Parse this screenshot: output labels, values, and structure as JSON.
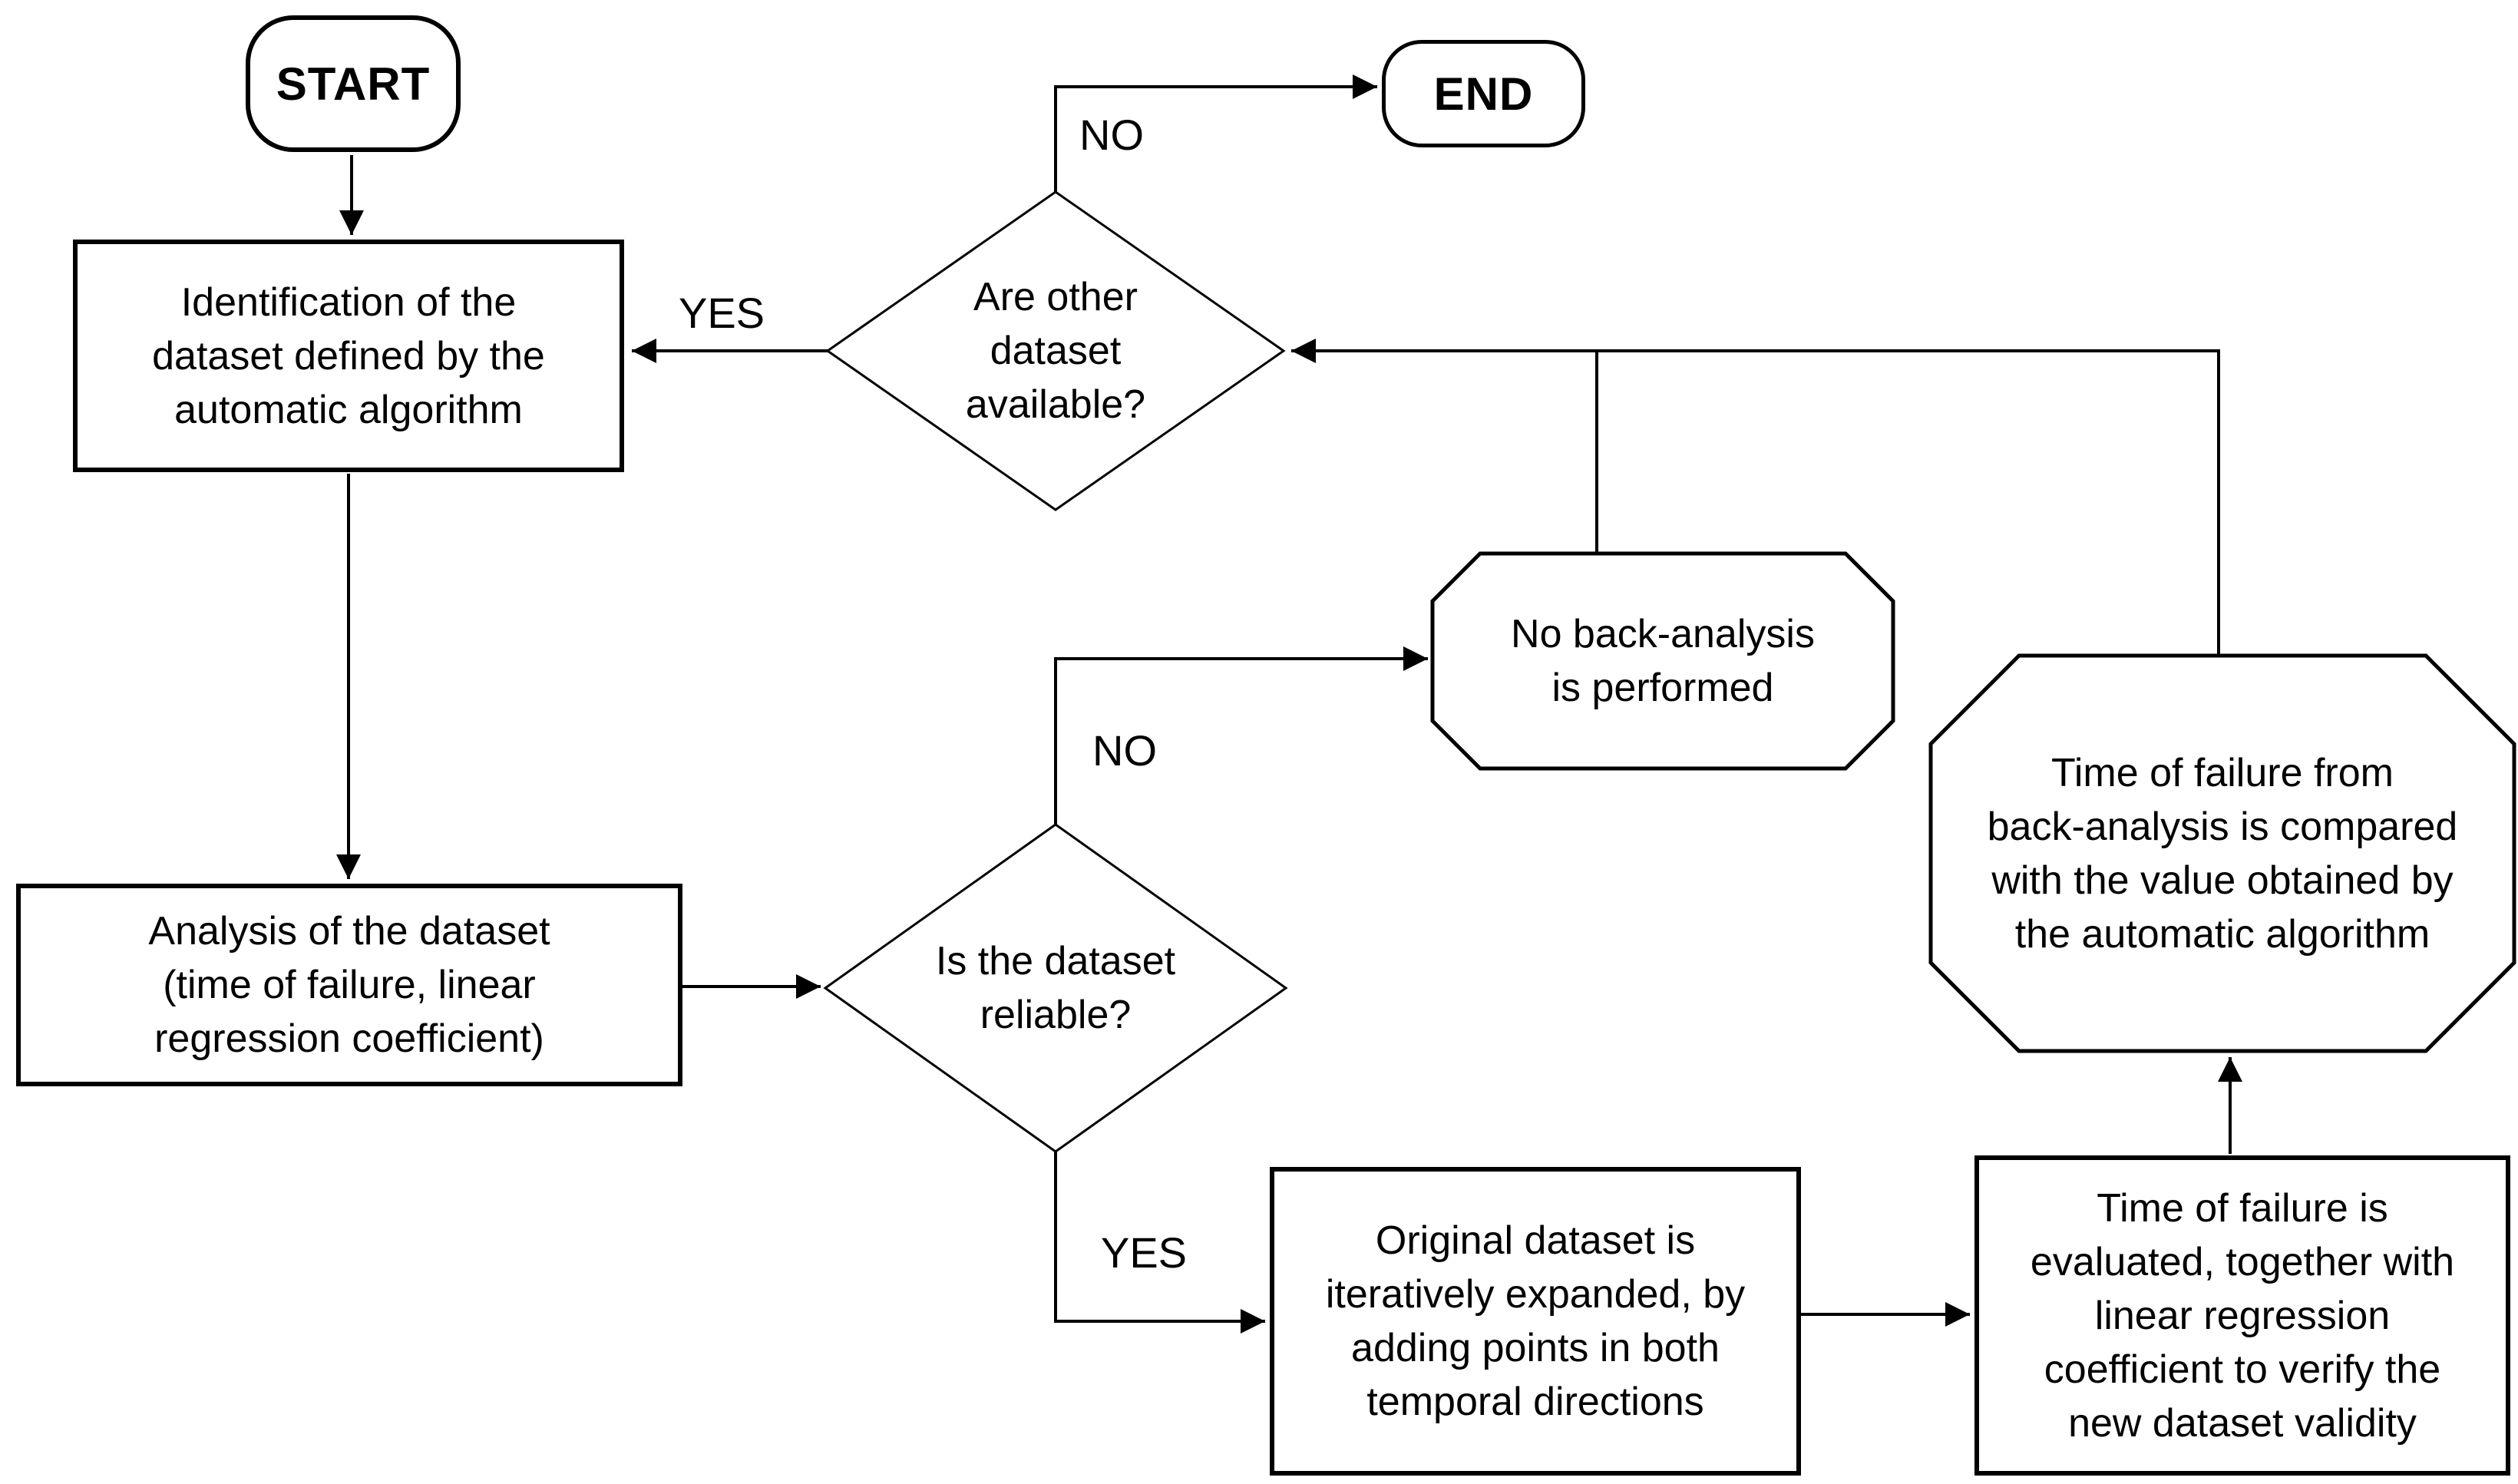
{
  "diagram": {
    "background_color": "#ffffff",
    "line_color": "#000000",
    "text_color": "#000000",
    "nodes": {
      "start": {
        "shape": "stadium",
        "label": "START"
      },
      "end": {
        "shape": "stadium",
        "label": "END"
      },
      "identification": {
        "shape": "rect",
        "label": "Identification of the\ndataset defined by the\nautomatic algorithm"
      },
      "other_dataset": {
        "shape": "diamond",
        "label": "Are other\ndataset\navailable?"
      },
      "no_back_analysis": {
        "shape": "octagon",
        "label": "No back-analysis\nis performed"
      },
      "compare": {
        "shape": "octagon",
        "label": "Time of failure from\nback-analysis is compared\nwith the value obtained by\nthe automatic algorithm"
      },
      "analysis": {
        "shape": "rect",
        "label": "Analysis of the dataset\n(time of failure, linear\nregression coefficient)"
      },
      "reliable": {
        "shape": "diamond",
        "label": "Is the dataset\nreliable?"
      },
      "expand": {
        "shape": "rect",
        "label": "Original dataset is\niteratively expanded, by\nadding points in both\ntemporal directions"
      },
      "evaluate": {
        "shape": "rect",
        "label": "Time of failure is\nevaluated, together with\nlinear regression\ncoefficient to verify the\nnew dataset validity"
      }
    },
    "edge_labels": {
      "yes_other": "YES",
      "no_other": "NO",
      "no_reliable": "NO",
      "yes_reliable": "YES"
    }
  }
}
